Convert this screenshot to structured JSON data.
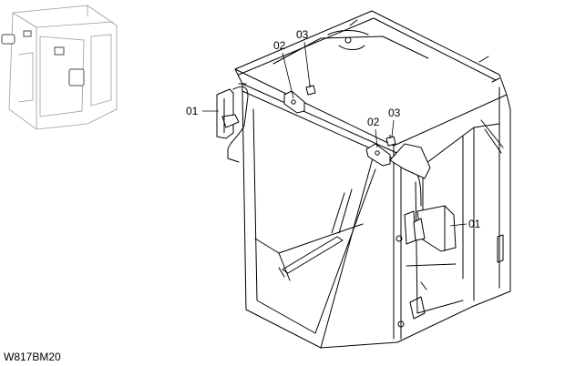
{
  "callouts": {
    "mirror_left": "01",
    "bracket_upper": "02",
    "bolt_upper": "03",
    "bracket_lower": "02",
    "bolt_lower": "03",
    "mirror_right": "01"
  },
  "drawing_code": "W817BM20"
}
